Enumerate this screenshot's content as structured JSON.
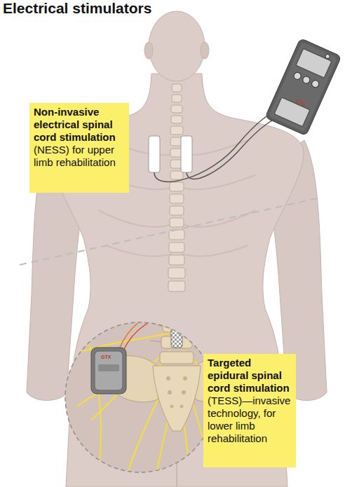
{
  "diagram": {
    "title": "Electrical stimulators",
    "nodes": [
      {
        "text": [
          "Non-invasive electrical spinal cord stimulation",
          "(NESS) for upper limb rehabilitation"
        ]
      },
      {
        "text": [
          "Targeted epidural spinal cord stimulation",
          "(TESS)—invasive technology, for lower limb rehabilitation"
        ]
      }
    ],
    "labels": [
      "GTX",
      "GTX"
    ]
  }
}
